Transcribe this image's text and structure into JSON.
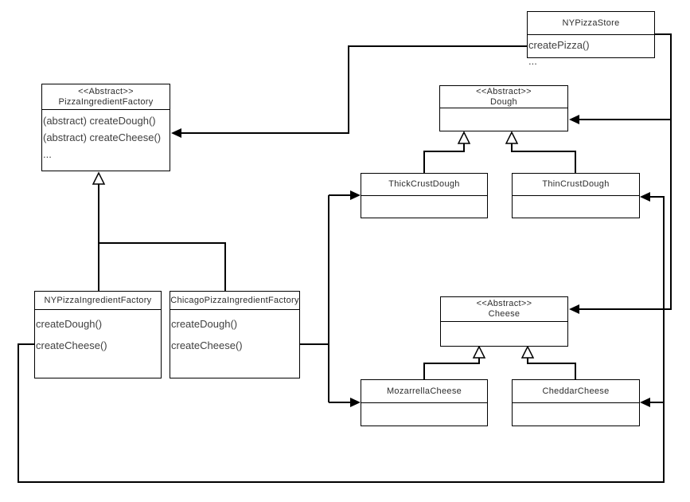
{
  "diagram": {
    "kind": "uml-class-diagram",
    "pattern": "Abstract Factory (pizza ingredient factories)",
    "line_color": "#000000",
    "box_fill": "#ffffff",
    "text_color": "#404040"
  },
  "classes": {
    "ny_pizza_store": {
      "name": "NYPizzaStore",
      "methods": [
        "createPizza()",
        "..."
      ]
    },
    "pizza_ingredient_factory": {
      "stereotype": "<<Abstract>>",
      "name": "PizzaIngredientFactory",
      "methods": [
        "(abstract) createDough()",
        "(abstract) createCheese()",
        "..."
      ]
    },
    "dough": {
      "stereotype": "<<Abstract>>",
      "name": "Dough",
      "methods": []
    },
    "thick_crust_dough": {
      "name": "ThickCrustDough",
      "methods": []
    },
    "thin_crust_dough": {
      "name": "ThinCrustDough",
      "methods": []
    },
    "ny_pizza_ingredient_factory": {
      "name": "NYPizzaIngredientFactory",
      "methods": [
        "createDough()",
        "createCheese()"
      ]
    },
    "chicago_pizza_ingredient_factory": {
      "name": "ChicagoPizzaIngredientFactory",
      "methods": [
        "createDough()",
        "createCheese()"
      ]
    },
    "cheese": {
      "stereotype": "<<Abstract>>",
      "name": "Cheese",
      "methods": []
    },
    "mozarrella_cheese": {
      "name": "MozarrellaCheese",
      "methods": []
    },
    "cheddar_cheese": {
      "name": "CheddarCheese",
      "methods": []
    }
  },
  "relations": [
    {
      "from": "NYPizzaStore",
      "to": "PizzaIngredientFactory",
      "type": "directed-association"
    },
    {
      "from": "NYPizzaStore",
      "to": "Dough",
      "type": "directed-association"
    },
    {
      "from": "NYPizzaStore",
      "to": "Cheese",
      "type": "directed-association"
    },
    {
      "from": "NYPizzaIngredientFactory",
      "to": "PizzaIngredientFactory",
      "type": "generalization"
    },
    {
      "from": "ChicagoPizzaIngredientFactory",
      "to": "PizzaIngredientFactory",
      "type": "generalization"
    },
    {
      "from": "ThickCrustDough",
      "to": "Dough",
      "type": "generalization"
    },
    {
      "from": "ThinCrustDough",
      "to": "Dough",
      "type": "generalization"
    },
    {
      "from": "MozarrellaCheese",
      "to": "Cheese",
      "type": "generalization"
    },
    {
      "from": "CheddarCheese",
      "to": "Cheese",
      "type": "generalization"
    },
    {
      "from": "ChicagoPizzaIngredientFactory",
      "to": "ThickCrustDough",
      "type": "directed-association"
    },
    {
      "from": "ChicagoPizzaIngredientFactory",
      "to": "MozarrellaCheese",
      "type": "directed-association"
    },
    {
      "from": "NYPizzaIngredientFactory",
      "to": "ThinCrustDough",
      "type": "directed-association"
    },
    {
      "from": "NYPizzaIngredientFactory",
      "to": "CheddarCheese",
      "type": "directed-association"
    }
  ]
}
